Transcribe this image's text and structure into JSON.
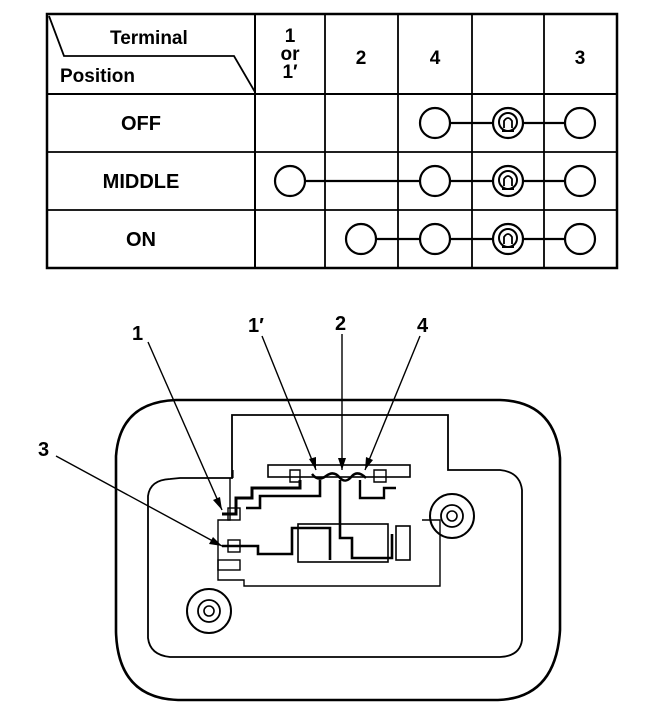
{
  "table": {
    "header": {
      "terminal_label": "Terminal",
      "position_label": "Position",
      "columns": [
        {
          "lines": [
            "1",
            "or",
            "1′"
          ]
        },
        {
          "lines": [
            "2"
          ]
        },
        {
          "lines": [
            "4"
          ]
        },
        {
          "lines": [
            ""
          ],
          "symbol": "bulb-icon"
        },
        {
          "lines": [
            "3"
          ]
        }
      ]
    },
    "rows": [
      {
        "label": "OFF",
        "connected": [
          2,
          3,
          4
        ]
      },
      {
        "label": "MIDDLE",
        "connected": [
          0,
          2,
          3,
          4
        ]
      },
      {
        "label": "ON",
        "connected": [
          1,
          2,
          3,
          4
        ]
      }
    ]
  },
  "diagram": {
    "callouts": [
      {
        "id": "1",
        "text": "1"
      },
      {
        "id": "1p",
        "text": "1′"
      },
      {
        "id": "2",
        "text": "2"
      },
      {
        "id": "4",
        "text": "4"
      },
      {
        "id": "3",
        "text": "3"
      }
    ]
  }
}
